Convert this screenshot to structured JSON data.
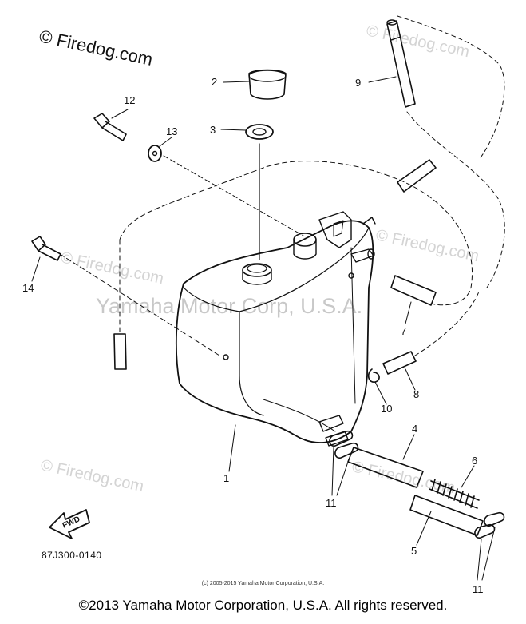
{
  "watermarks": {
    "top_left": "© Firedog.com",
    "repeat": "© Firedog.com",
    "center": "Yamaha Motor Corp, U.S.A."
  },
  "labels": {
    "p1": "1",
    "p2": "2",
    "p3": "3",
    "p4": "4",
    "p5": "5",
    "p6": "6",
    "p7": "7",
    "p8": "8",
    "p9": "9",
    "p10": "10",
    "p11a": "11",
    "p11b": "11",
    "p12": "12",
    "p13": "13",
    "p14": "14"
  },
  "fwd_label": "FWD",
  "part_code": "87J300-0140",
  "copyright_small": "(c) 2005-2015 Yamaha Motor Corporation, U.S.A.",
  "copyright_main": "©2013 Yamaha Motor Corporation, U.S.A. All rights reserved.",
  "colors": {
    "line": "#111111",
    "watermark": "#c8c8c8"
  }
}
